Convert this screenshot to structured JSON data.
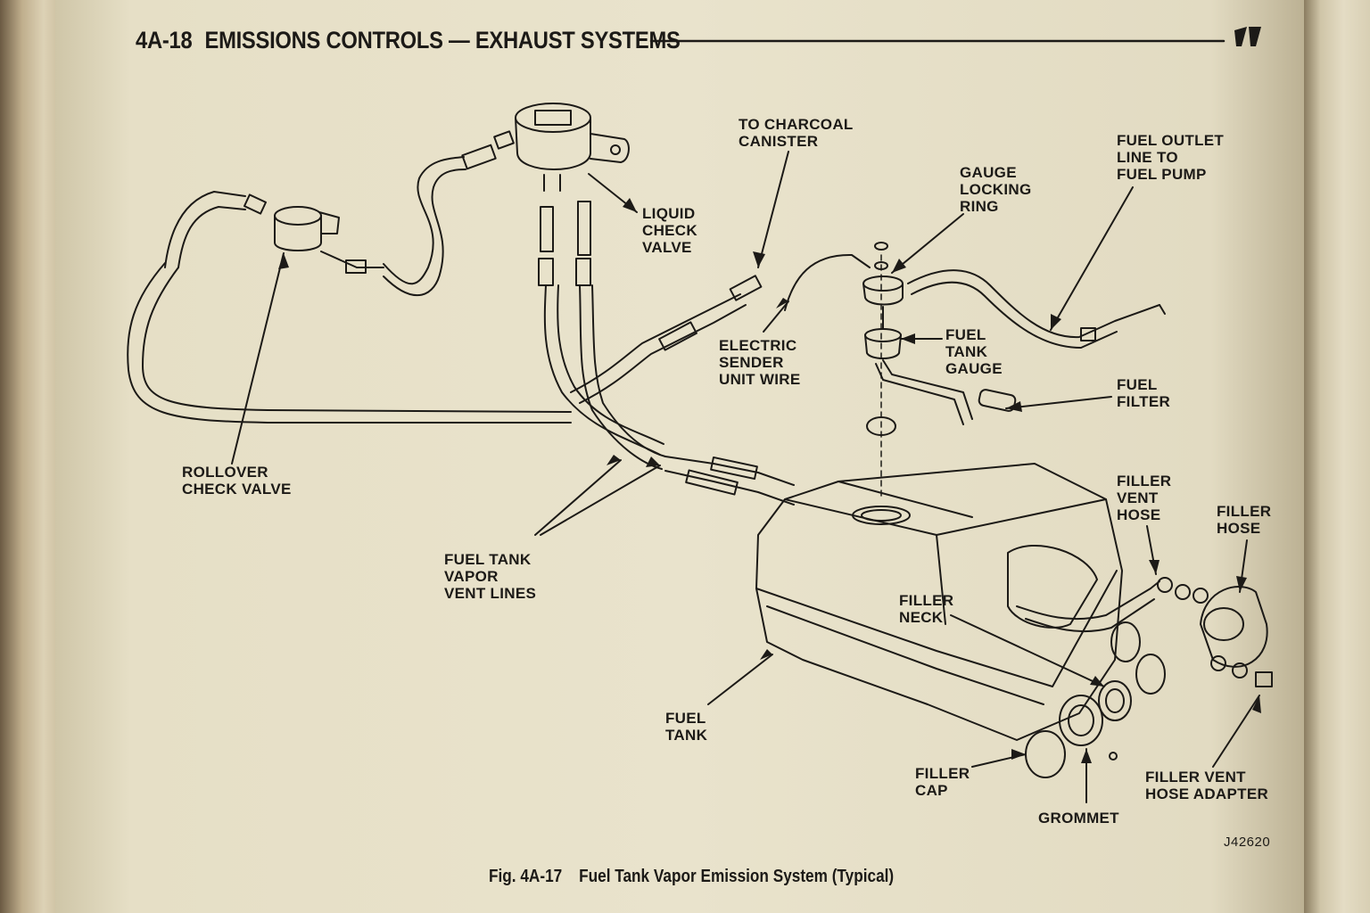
{
  "header": {
    "page_number": "4A-18",
    "title": "EMISSIONS CONTROLS — EXHAUST SYSTEMS"
  },
  "figure": {
    "number": "Fig. 4A-17",
    "title": "Fuel Tank Vapor Emission System (Typical)",
    "code": "J42620"
  },
  "labels": {
    "to_charcoal_canister": "TO CHARCOAL\nCANISTER",
    "liquid_check_valve": "LIQUID\nCHECK\nVALVE",
    "gauge_locking_ring": "GAUGE\nLOCKING\nRING",
    "fuel_outlet_line": "FUEL OUTLET\nLINE TO\nFUEL PUMP",
    "electric_sender_unit_wire": "ELECTRIC\nSENDER\nUNIT WIRE",
    "fuel_tank_gauge": "FUEL\nTANK\nGAUGE",
    "fuel_filter": "FUEL\nFILTER",
    "rollover_check_valve": "ROLLOVER\nCHECK VALVE",
    "fuel_tank_vapor_vent_lines": "FUEL TANK\nVAPOR\nVENT LINES",
    "filler_vent_hose": "FILLER\nVENT\nHOSE",
    "filler_hose": "FILLER\nHOSE",
    "filler_neck": "FILLER\nNECK",
    "fuel_tank": "FUEL\nTANK",
    "filler_cap": "FILLER\nCAP",
    "grommet": "GROMMET",
    "filler_vent_hose_adapter": "FILLER VENT\nHOSE ADAPTER"
  },
  "colors": {
    "ink": "#1c1a17",
    "paper": "#e9e3cc"
  }
}
